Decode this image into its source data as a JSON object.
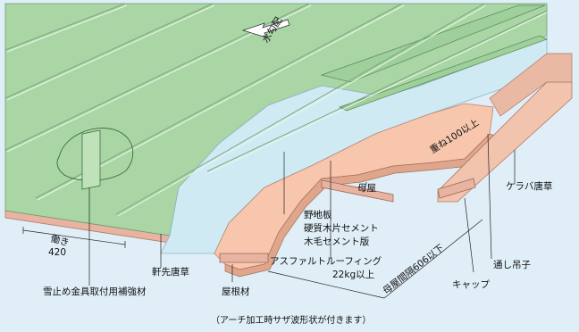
{
  "labels": {
    "water_slope": "水勾配",
    "overlap": "重ね100以上",
    "keraba": "ケラバ唐草",
    "moya": "母屋",
    "nojiita_line1": "野地板",
    "nojiita_line2": "硬質木片セメント",
    "nojiita_line3": "木毛セメント版",
    "asphalt_line1": "アスファルトルーフィング",
    "asphalt_line2": "22kg以上",
    "purlin_spacing": "母屋間隔606以下",
    "toshi_tsuriko": "通し吊子",
    "cap": "キャップ",
    "working_width_title": "働き",
    "working_width_value": "420",
    "nokisaki": "軒先唐草",
    "yanezai": "屋根材",
    "snow_stop": "雪止め金具取付用補強材",
    "footnote": "（アーチ加工時サザ波形状が付きます）"
  },
  "colors": {
    "background": "#dfeef7",
    "roof_panel": "#a9d6a4",
    "roof_panel_dark": "#8fc08b",
    "underlayment": "#cfeaf3",
    "decking": "#f7c6ad",
    "purlin": "#e8b3a0",
    "edge": "#c48d79"
  }
}
